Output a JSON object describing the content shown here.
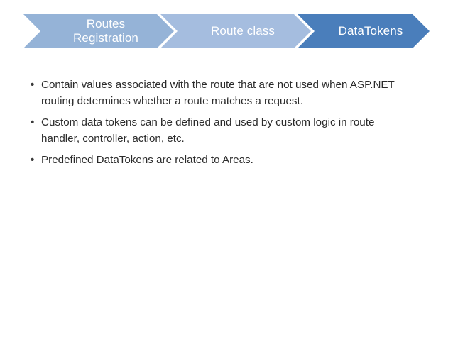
{
  "slide": {
    "background_color": "#ffffff",
    "banner": {
      "type": "chevron-process",
      "steps": [
        {
          "label": "Routes\nRegistration",
          "state": "inactive",
          "fill_color": "#95b3d7",
          "text_color": "#ffffff"
        },
        {
          "label": "Route class",
          "state": "inactive",
          "fill_color": "#a5bddf",
          "text_color": "#ffffff"
        },
        {
          "label": "DataTokens",
          "state": "active",
          "fill_color": "#4a7ebb",
          "text_color": "#ffffff"
        }
      ]
    },
    "content": {
      "bullet_glyph": "•",
      "text_color": "#2b2b2b",
      "bullets": [
        "Contain values associated with the route that are not used when ASP.NET routing determines whether a route matches a request.",
        "Custom data tokens can be defined and used by custom logic in route handler, controller, action, etc.",
        "Predefined DataTokens are related to Areas."
      ]
    }
  }
}
